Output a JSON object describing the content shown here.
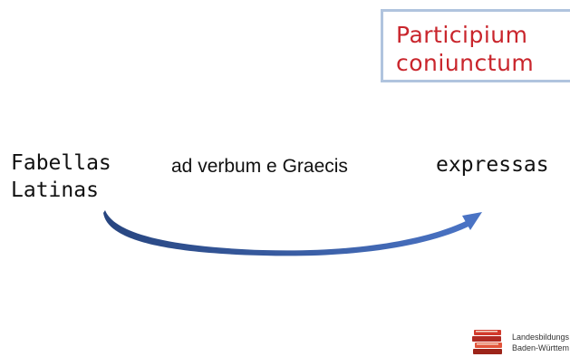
{
  "title": {
    "line1": "Participium",
    "line2": "coniunctum"
  },
  "phrase": {
    "left_line1": "Fabellas",
    "left_line2": "Latinas",
    "middle": "ad verbum e Graecis",
    "right": "expressas"
  },
  "logo": {
    "line1": "Landesbildungs",
    "line2": "Baden-Württem"
  },
  "colors": {
    "title_text": "#c9252c",
    "title_border": "#b0c4de",
    "arrow": "#3b5fa8"
  },
  "icons": {
    "arrow": "curved-arrow-icon",
    "logo_mark": "stacked-books-icon"
  }
}
